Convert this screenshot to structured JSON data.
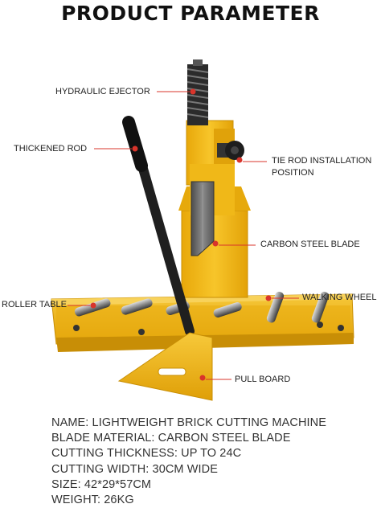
{
  "header": {
    "title": "PRODUCT PARAMETER"
  },
  "callouts": {
    "hydraulic_ejector": "HYDRAULIC EJECTOR",
    "thickened_rod": "THICKENED ROD",
    "tie_rod_line1": "TIE ROD INSTALLATION",
    "tie_rod_line2": "POSITION",
    "carbon_steel_blade": "CARBON STEEL BLADE",
    "roller_table": "ROLLER TABLE",
    "walking_wheel": "WALKING WHEEL",
    "pull_board": "PULL BOARD"
  },
  "specs": [
    "NAME: LIGHTWEIGHT BRICK CUTTING MACHINE",
    "BLADE MATERIAL: CARBON STEEL BLADE",
    "CUTTING THICKNESS: UP TO 24C",
    "CUTTING WIDTH: 30CM WIDE",
    "SIZE: 42*29*57CM",
    "WEIGHT: 26KG"
  ],
  "colors": {
    "machine_yellow": "#f2b90f",
    "callout_red": "#d9342b",
    "steel": "#6b6b6b",
    "dark": "#1c1c1c"
  }
}
